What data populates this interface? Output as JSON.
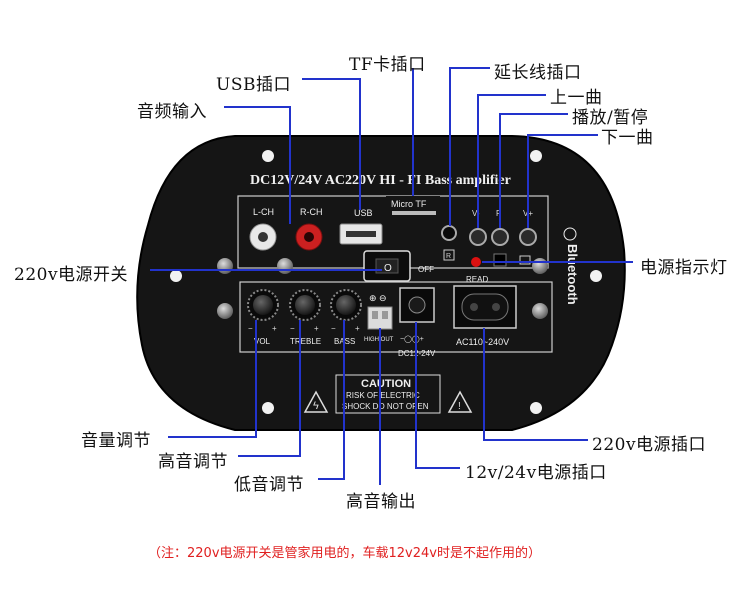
{
  "panel": {
    "header": "DC12V/24V AC220V HI - FI Bass amplifier",
    "lch": "L-CH",
    "rch": "R-CH",
    "usb": "USB",
    "microtf": "Micro TF",
    "read": "READ",
    "off": "OFF",
    "vol": "VOL",
    "treble": "TREBLE",
    "bass": "BASS",
    "highout": "HIGH OUT",
    "dc": "DC12-24V",
    "ac": "AC110~240V",
    "caution_title": "CAUTION",
    "caution_line1": "RISK OF ELECTRIC",
    "caution_line2": "SHOCK DO NOT OPEN",
    "bluetooth": "Bluetooth"
  },
  "callouts": {
    "tf_slot": "TF卡插口",
    "usb_port": "USB插口",
    "ext_port": "延长线插口",
    "prev": "上一曲",
    "play_pause": "播放/暂停",
    "next": "下一曲",
    "audio_in": "音频输入",
    "power_switch": "220v电源开关",
    "power_led": "电源指示灯",
    "volume": "音量调节",
    "treble": "高音调节",
    "bass": "低音调节",
    "high_out": "高音输出",
    "ac_socket": "220v电源插口",
    "dc_socket": "12v/24v电源插口"
  },
  "note": "（注：220v电源开关是管家用电的，车载12v24v时是不起作用的）",
  "colors": {
    "leader": "#2233cc",
    "panel": "#111111",
    "note": "#e02020"
  }
}
